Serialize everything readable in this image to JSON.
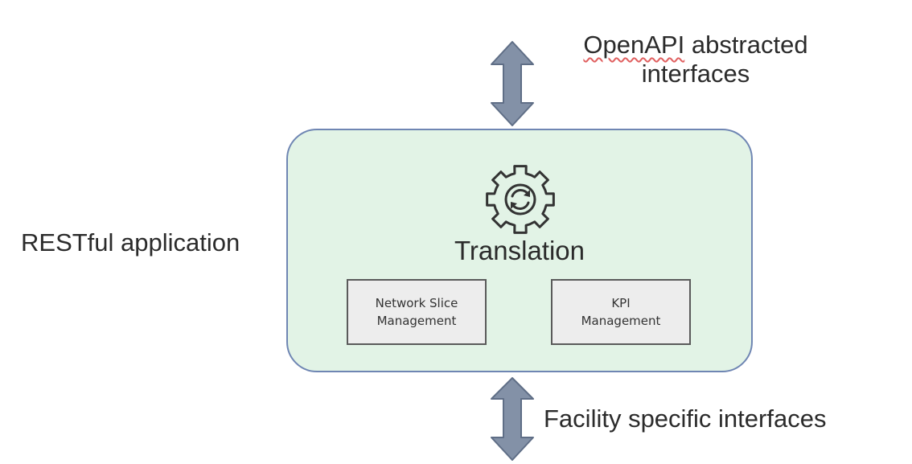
{
  "top_label": {
    "line1_word": "OpenAPI",
    "line1_rest": " abstracted",
    "line2": "interfaces"
  },
  "left_label": "RESTful application",
  "bottom_label": "Facility specific interfaces",
  "box": {
    "title": "Translation",
    "modules": [
      {
        "line1": "Network Slice",
        "line2": "Management"
      },
      {
        "line1": "KPI",
        "line2": "Management"
      }
    ]
  },
  "colors": {
    "box_fill": "#e2f3e6",
    "box_border": "#6f86b3",
    "arrow": "#8391a7",
    "module_fill": "#ededed",
    "spellcheck_underline": "#e06060"
  },
  "icons": {
    "center": "gear-sync-icon",
    "arrows": "double-headed-arrow-icon"
  }
}
